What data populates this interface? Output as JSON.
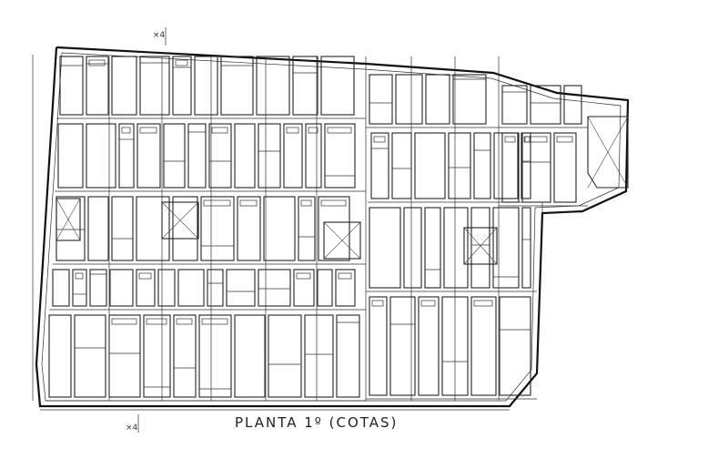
{
  "drawing": {
    "caption": "PLANTA 1º (COTAS)",
    "section_mark_top": "×4",
    "section_mark_bottom": "×4"
  }
}
